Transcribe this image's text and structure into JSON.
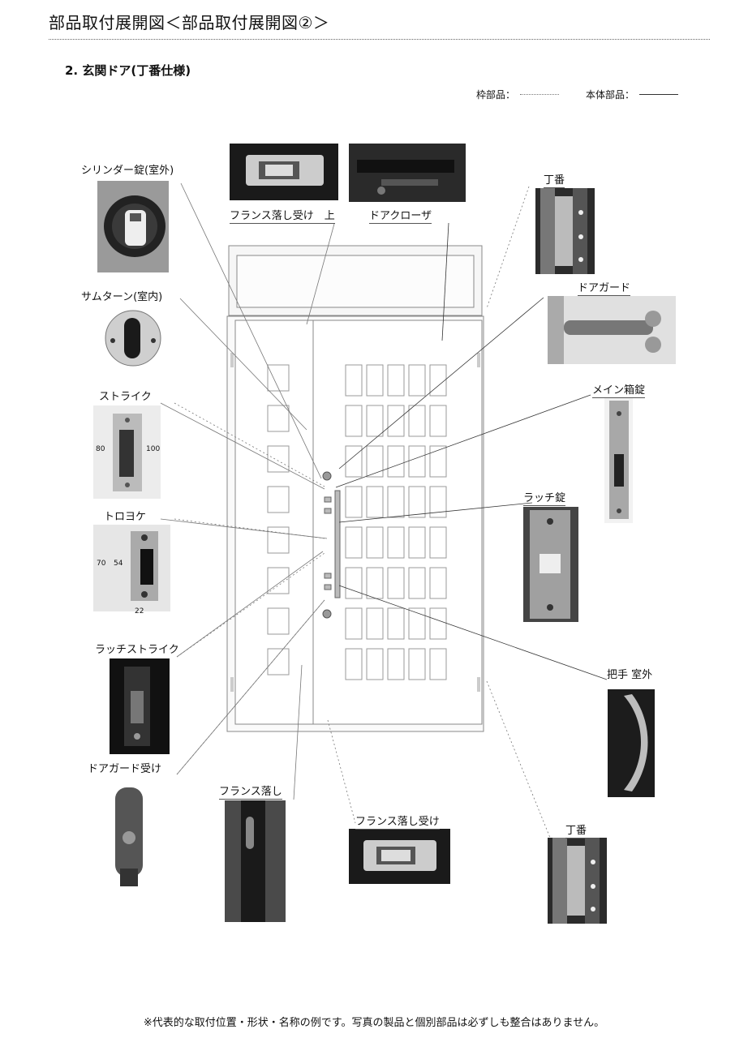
{
  "header": {
    "title": "部品取付展開図＜部品取付展開図②＞"
  },
  "section": {
    "title": "2. 玄関ドア(丁番仕様)"
  },
  "legend": {
    "frame_label": "枠部品：",
    "body_label": "本体部品："
  },
  "parts": {
    "cylinder_lock": "シリンダー錠(室外)",
    "flans_receiver_top": "フランス落し受け　上",
    "door_closer": "ドアクローザ",
    "hinge_top": "丁番",
    "thumb_turn": "サムターン(室内)",
    "door_guard": "ドアガード",
    "main_box_lock": "メイン箱錠",
    "strike": "ストライク",
    "latch_lock": "ラッチ錠",
    "toroyoke": "トロヨケ",
    "latch_strike": "ラッチストライク",
    "handle_outdoor": "把手 室外",
    "door_guard_receiver": "ドアガード受け",
    "flans_bolt": "フランス落し",
    "flans_receiver_bottom": "フランス落し受け",
    "hinge_bottom": "丁番"
  },
  "dimensions": {
    "strike_left": "80",
    "strike_right": "100",
    "toroyoke_outer": "70",
    "toroyoke_inner": "54",
    "toroyoke_width": "22"
  },
  "footer": {
    "note": "※代表的な取付位置・形状・名称の例です。写真の製品と個別部品は必ずしも整合はありません。"
  }
}
